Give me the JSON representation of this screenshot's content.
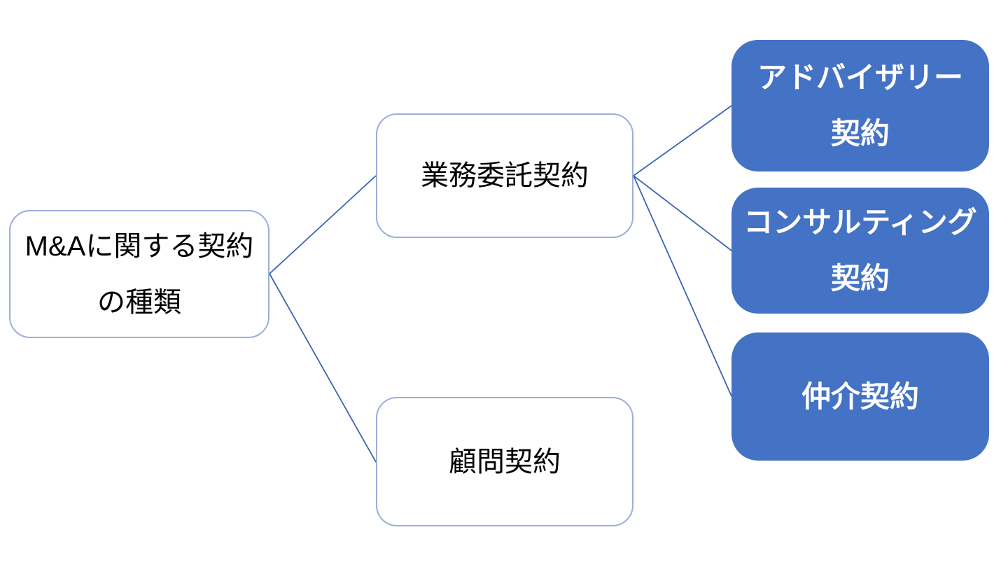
{
  "diagram": {
    "nodes": {
      "root": {
        "label": "M&Aに関する契約\nの種類"
      },
      "gyomu": {
        "label": "業務委託契約"
      },
      "komon": {
        "label": "顧問契約"
      },
      "advisory": {
        "label": "アドバイザリー\n契約"
      },
      "consulting": {
        "label": "コンサルティング\n契約"
      },
      "chukai": {
        "label": "仲介契約"
      }
    }
  },
  "colors": {
    "background": "#FFFFFF",
    "node_fill_blue": "#4472C4",
    "node_border_light": "#9AAFD9",
    "connector": "#3C64B1",
    "text_dark": "#000000",
    "text_light": "#FFFFFF"
  }
}
